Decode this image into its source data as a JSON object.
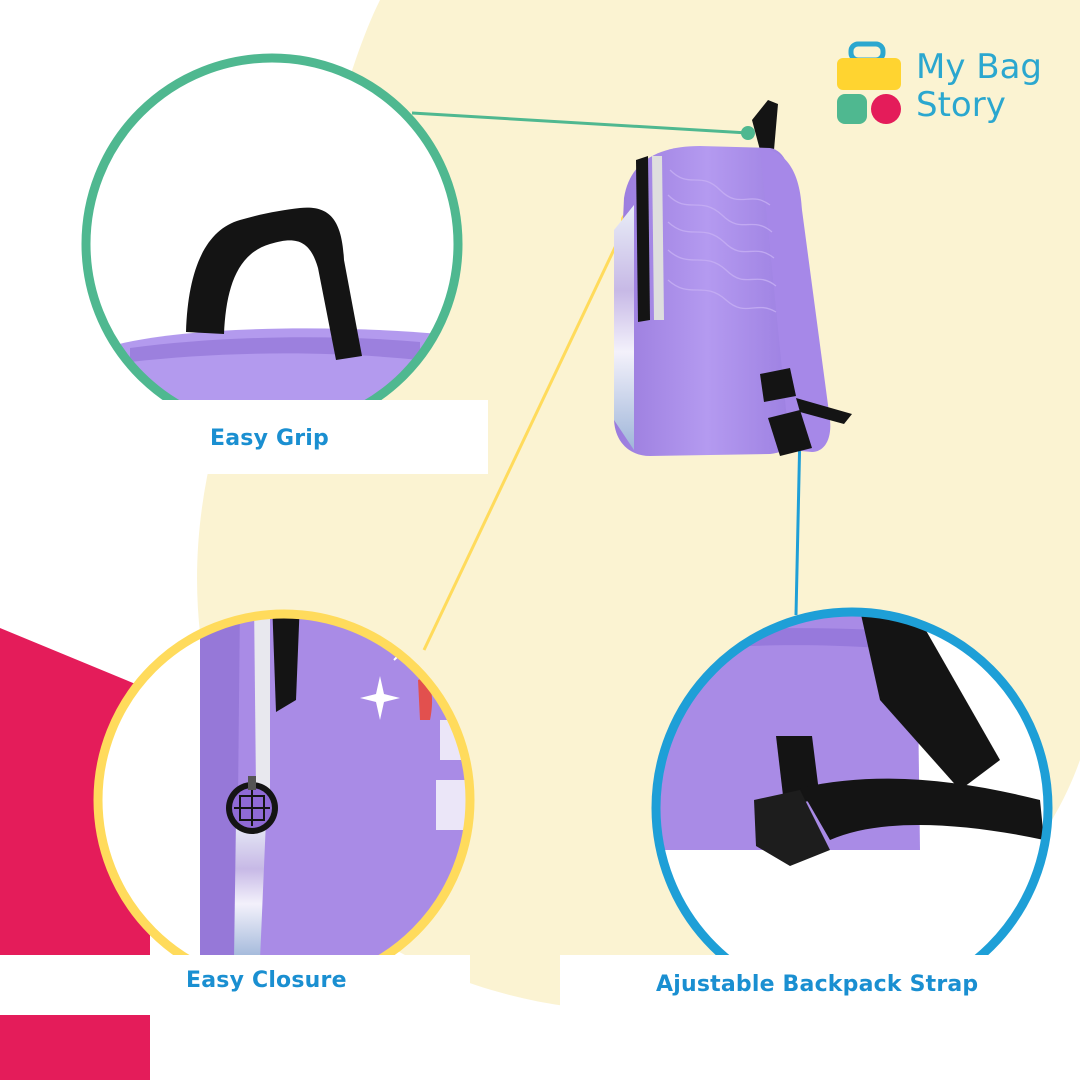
{
  "brand": {
    "name_line1": "My Bag",
    "name_line2": "Story",
    "logo_icon": "bag-blocks-logo"
  },
  "callouts": [
    {
      "label": "Easy Grip",
      "ring_color": "#4fb890"
    },
    {
      "label": "Easy Closure",
      "ring_color": "#ffdb5c"
    },
    {
      "label": "Ajustable Backpack Strap",
      "ring_color": "#1e9fd7"
    }
  ],
  "colors": {
    "background_blob": "#fbf3d2",
    "accent_red": "#e41c5a",
    "label_blue": "#1a8fd1",
    "bag_purple": "#a98be6",
    "strap_black": "#141414"
  }
}
